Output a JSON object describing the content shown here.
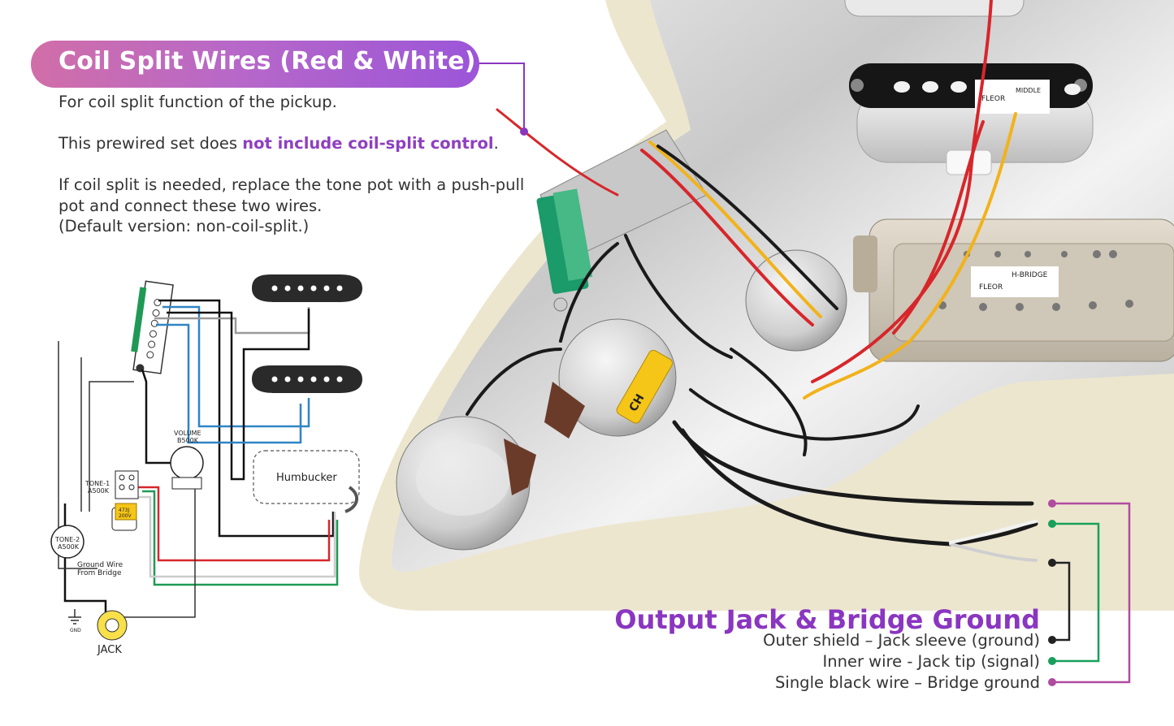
{
  "coil_split": {
    "title": "Coil Split Wires (Red & White)",
    "line1": "For coil split function of the pickup.",
    "line2_pre": "This prewired set does ",
    "line2_highlight": "not include coil-split control",
    "line2_post": ".",
    "line3": "If coil split is needed, replace the tone pot with a push-pull",
    "line4": "pot and connect these two wires.",
    "line5": "(Default version: non-coil-split.)"
  },
  "schematic": {
    "volume_label": "VOLUME",
    "volume_value": "B500K",
    "tone1_label": "TONE-1",
    "tone1_value": "A500K",
    "tone2_label": "TONE-2",
    "tone2_value": "A500K",
    "humbucker_label": "Humbucker",
    "cap_line1": "473J",
    "cap_line2": "200V",
    "ground_line1": "Ground Wire",
    "ground_line2": "From Bridge",
    "gnd_label": "GND",
    "jack_label": "JACK"
  },
  "photo_labels": {
    "middle_brand": "FLEOR",
    "middle_label": "MIDDLE",
    "hbridge_label": "H-BRIDGE",
    "hbridge_brand": "FLEOR",
    "cap_brand": "CH"
  },
  "output": {
    "title": "Output Jack & Bridge Ground",
    "line1": "Outer shield – Jack sleeve (ground)",
    "line2": "Inner wire  - Jack tip (signal)",
    "line3": "Single black wire – Bridge ground"
  },
  "colors": {
    "accent_purple": "#8a36c0",
    "pill_pink": "#d16ea8",
    "wire_red": "#d7262b",
    "wire_blue": "#2f84c4",
    "wire_green": "#1f9a55",
    "wire_yellow": "#f2b21a",
    "leader_black": "#222222",
    "leader_green": "#18a05a",
    "leader_purple": "#b04ba0"
  }
}
